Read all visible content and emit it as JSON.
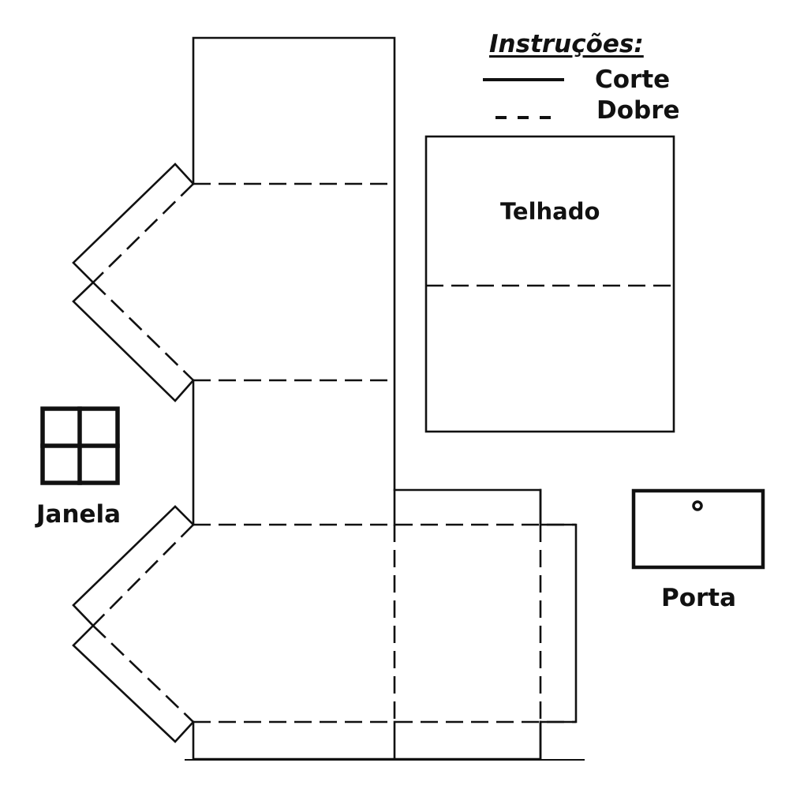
{
  "legend": {
    "title": "Instruções:",
    "items": [
      {
        "label": "Corte",
        "line_style": "solid"
      },
      {
        "label": "Dobre",
        "line_style": "dashed"
      }
    ]
  },
  "parts": {
    "roof": {
      "label": "Telhado"
    },
    "window": {
      "label": "Janela"
    },
    "door": {
      "label": "Porta"
    }
  },
  "colors": {
    "line": "#111111",
    "background": "#ffffff"
  }
}
